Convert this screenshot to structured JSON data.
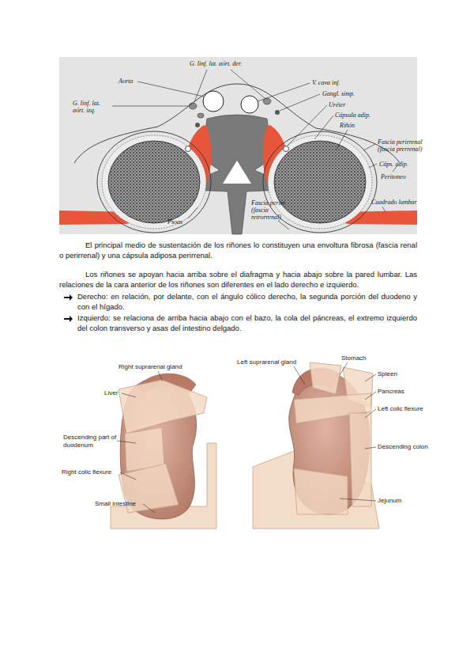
{
  "diagram": {
    "labels": [
      "G. linf. lat. aórt. der.",
      "Aorta",
      "V. cava inf.",
      "Gangl. simp.",
      "G. linf. lat. aórt. izq.",
      "Uréter",
      "Cápsula adip.",
      "Riñón",
      "Fascia perirrenal (fascia prerrenal)",
      "Cáps. adip.",
      "Peritoneo",
      "Cuadrado lumbar",
      "Fascia perirr. (fascia retrorrenal)",
      "Psoas",
      "El principal medio de sustentación de los riñones lo constituyen una envoltura fibrosa (fascia renal o perirrenal) y una cápsula adiposa perirrenal.",
      "Los riñones se apoyan hacia arriba sobre el diafragma y hacia abajo sobre la pared lumbar. Las relaciones de la cara anterior de los riñones son diferentes en el lado derecho e izquierdo.",
      "Derecho: en relación, por delante, con el ángulo cólico derecho, la segunda porción del duodeno y con el hígado.",
      "Izquierdo: se relaciona de arriba hacia abajo con el bazo, la cola del páncreas, el extremo izquierdo del colon transverso y asas del intestino delgado.",
      "Right suprarenal gland",
      "Left suprarenal gland",
      "Stomach",
      "Spleen",
      "Liver",
      "Pancreas",
      "Left colic flexure",
      "Descending part of duodenum",
      "Descending colon",
      "Right colic flexure",
      "Small intestine",
      "Jejunum"
    ]
  }
}
